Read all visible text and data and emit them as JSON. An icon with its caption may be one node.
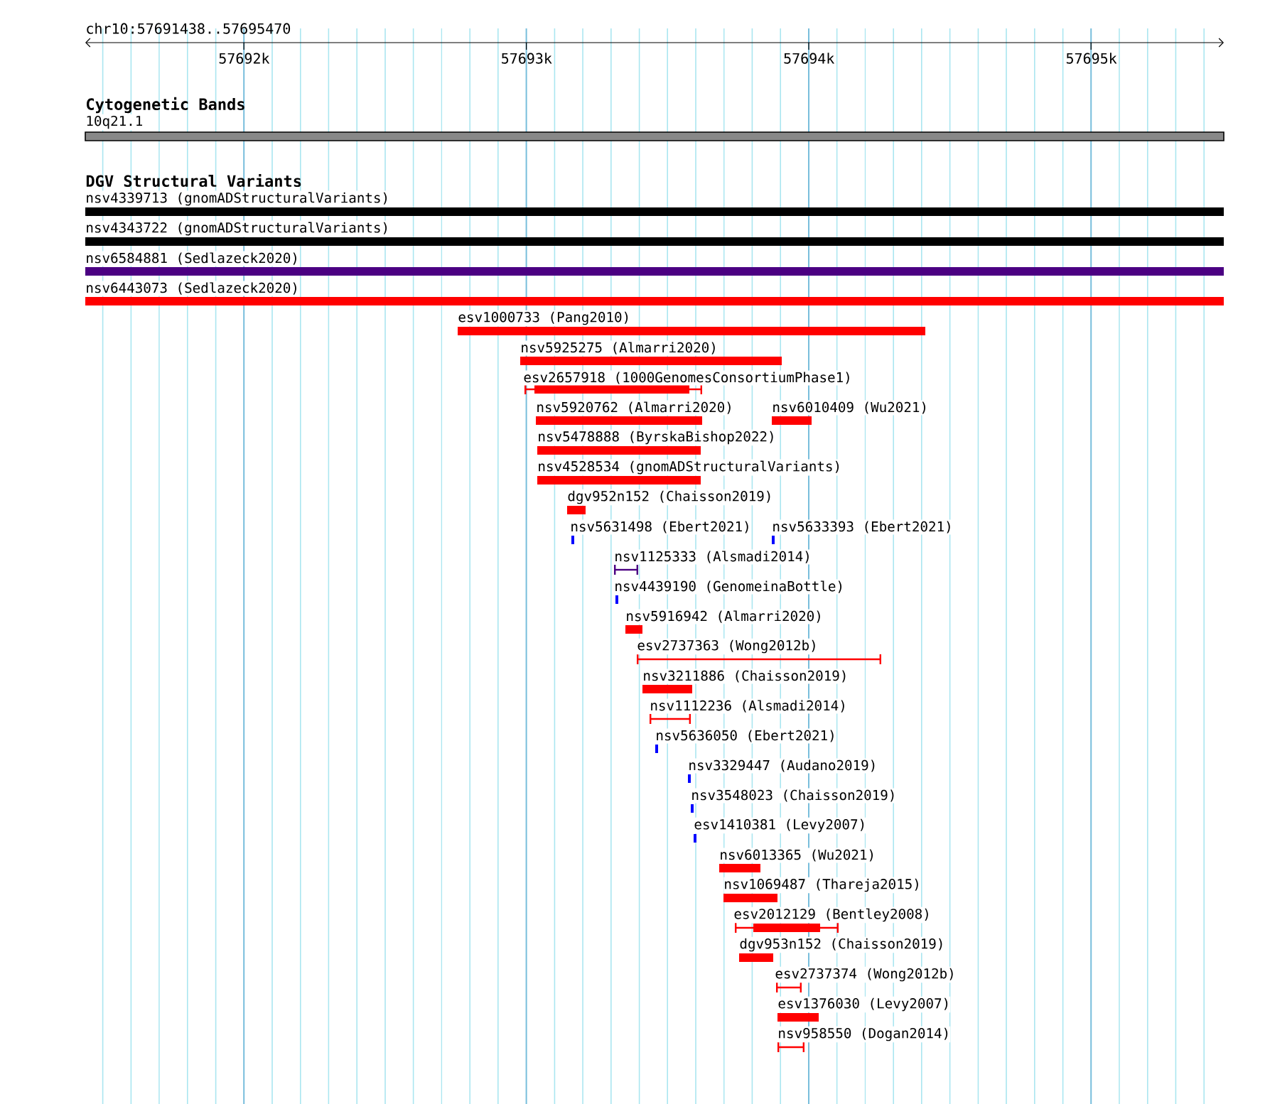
{
  "diagram": {
    "nodes": [
      {
        "text": [
          "10q21.1"
        ]
      },
      {
        "text": [
          "nsv4339713 (gnomADStructuralVariants)"
        ]
      },
      {
        "text": [
          "nsv4343722 (gnomADStructuralVariants)"
        ]
      },
      {
        "text": [
          "nsv6584881 (Sedlazeck2020)"
        ]
      },
      {
        "text": [
          "nsv6443073 (Sedlazeck2020)"
        ]
      },
      {
        "text": [
          "esv1000733 (Pang2010)"
        ]
      },
      {
        "text": [
          "nsv5925275 (Almarri2020)"
        ]
      },
      {
        "text": [
          "esv2657918 (1000GenomesConsortiumPhase1)"
        ]
      },
      {
        "text": [
          "nsv5920762 (Almarri2020)"
        ]
      },
      {
        "text": [
          "nsv6010409 (Wu2021)"
        ]
      },
      {
        "text": [
          "nsv5478888 (ByrskaBishop2022)"
        ]
      },
      {
        "text": [
          "nsv4528534 (gnomADStructuralVariants)"
        ]
      },
      {
        "text": [
          "dgv952n152 (Chaisson2019)"
        ]
      },
      {
        "text": [
          "nsv5631498 (Ebert2021)"
        ]
      },
      {
        "text": [
          "nsv5633393 (Ebert2021)"
        ]
      },
      {
        "text": [
          "nsv1125333 (Alsmadi2014)"
        ]
      },
      {
        "text": [
          "nsv4439190 (GenomeinaBottle)"
        ]
      },
      {
        "text": [
          "nsv5916942 (Almarri2020)"
        ]
      },
      {
        "text": [
          "esv2737363 (Wong2012b)"
        ]
      },
      {
        "text": [
          "nsv3211886 (Chaisson2019)"
        ]
      },
      {
        "text": [
          "nsv1112236 (Alsmadi2014)"
        ]
      },
      {
        "text": [
          "nsv5636050 (Ebert2021)"
        ]
      },
      {
        "text": [
          "nsv3329447 (Audano2019)"
        ]
      },
      {
        "text": [
          "nsv3548023 (Chaisson2019)"
        ]
      },
      {
        "text": [
          "esv1410381 (Levy2007)"
        ]
      },
      {
        "text": [
          "nsv6013365 (Wu2021)"
        ]
      },
      {
        "text": [
          "nsv1069487 (Thareja2015)"
        ]
      },
      {
        "text": [
          "esv2012129 (Bentley2008)"
        ]
      },
      {
        "text": [
          "dgv953n152 (Chaisson2019)"
        ]
      },
      {
        "text": [
          "esv2737374 (Wong2012b)"
        ]
      },
      {
        "text": [
          "esv1376030 (Levy2007)"
        ]
      },
      {
        "text": [
          "nsv958550 (Dogan2014)"
        ]
      }
    ],
    "labels": [
      "chr10:57691438..57695470",
      "57692k",
      "57693k",
      "57694k",
      "57695k",
      "Cytogenetic Bands",
      "DGV Structural Variants"
    ]
  }
}
